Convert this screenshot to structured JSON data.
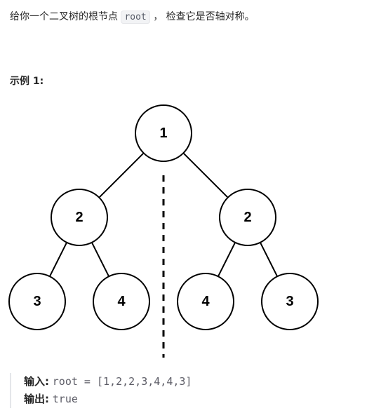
{
  "description": {
    "before": "给你一个二叉树的根节点",
    "code": "root",
    "after": "，  检查它是否轴对称。"
  },
  "example": {
    "title": "示例 1:",
    "tree": {
      "nodes": [
        {
          "id": "root",
          "label": "1"
        },
        {
          "id": "left",
          "label": "2"
        },
        {
          "id": "right",
          "label": "2"
        },
        {
          "id": "left-left",
          "label": "3"
        },
        {
          "id": "left-right",
          "label": "4"
        },
        {
          "id": "right-left",
          "label": "4"
        },
        {
          "id": "right-right",
          "label": "3"
        }
      ],
      "edges": [
        [
          "root",
          "left"
        ],
        [
          "root",
          "right"
        ],
        [
          "left",
          "left-left"
        ],
        [
          "left",
          "left-right"
        ],
        [
          "right",
          "right-left"
        ],
        [
          "right",
          "right-right"
        ]
      ]
    },
    "input_label": "输入:",
    "input_value": "root = [1,2,2,3,4,4,3]",
    "output_label": "输出:",
    "output_value": "true"
  }
}
